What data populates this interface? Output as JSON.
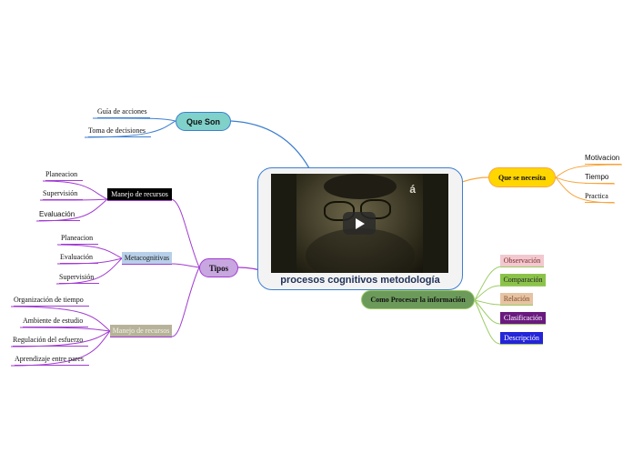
{
  "center": {
    "title": "procesos cognitivos metodología",
    "video_channel_logo": "á",
    "media_icon": "play-icon"
  },
  "que_son": {
    "label": "Que Son",
    "color": "#7fd1c9",
    "border": "#3d7fd0",
    "items": [
      "Guía de acciones",
      "Toma de decisiones"
    ]
  },
  "tipos": {
    "label": "Tipos",
    "color": "#c8a6e0",
    "border": "#a13bd1",
    "branches": [
      {
        "label": "Manejo de recursos",
        "color": "#000000",
        "text_color": "#ffffff",
        "items": [
          "Planeacion",
          "Supervisión",
          "Evaluación"
        ]
      },
      {
        "label": "Metacognitivas",
        "color": "#b7cfe8",
        "text_color": "#222222",
        "items": [
          "Planeacion",
          "Evaluación",
          "Supervisión"
        ]
      },
      {
        "label": "Manejo de recursos",
        "color": "#b7b39a",
        "text_color": "#f4f2e8",
        "items": [
          "Organización de tiempo",
          "Ambiente de estudio",
          "Regulación del esfuerzo",
          "Aprendizaje entre pares"
        ]
      }
    ]
  },
  "que_se_necesita": {
    "label": "Que se necesita",
    "color": "#ffd600",
    "border": "#f7a53f",
    "items": [
      "Motivacion",
      "Tiempo",
      "Practica"
    ]
  },
  "como_procesar": {
    "label": "Como Procesar la información",
    "color": "#6c9a5b",
    "border": "#9ccc65",
    "items": [
      {
        "label": "Observación",
        "color": "#f2c9cf",
        "text_color": "#7a2a2a"
      },
      {
        "label": "Comparación",
        "color": "#8bc34a",
        "text_color": "#222222"
      },
      {
        "label": "Relación",
        "color": "#e6c3a3",
        "text_color": "#7a4b2a"
      },
      {
        "label": "Clasificación",
        "color": "#6a1a7f",
        "text_color": "#ffffff"
      },
      {
        "label": "Descripción",
        "color": "#2424d9",
        "text_color": "#ffffff"
      }
    ]
  }
}
